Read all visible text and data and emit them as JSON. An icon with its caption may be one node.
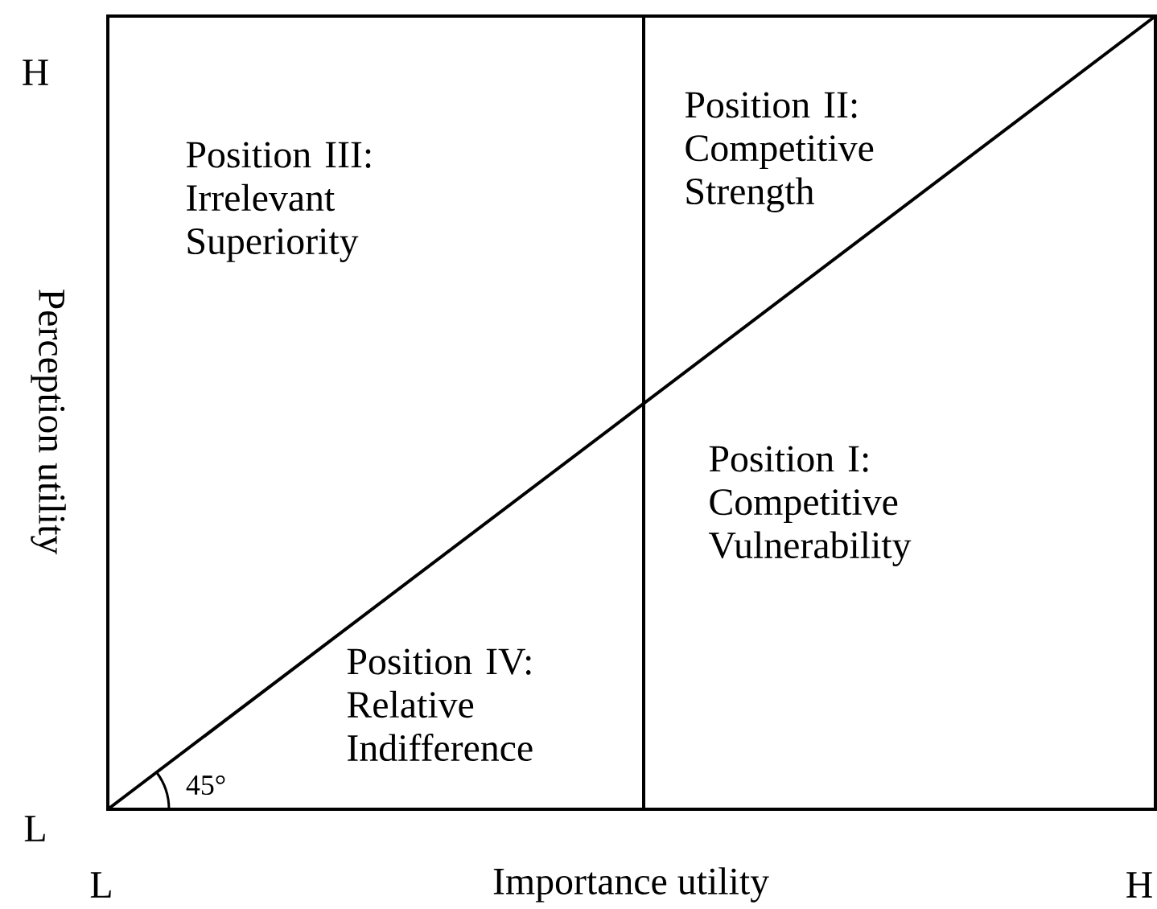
{
  "diagram": {
    "labels": [
      "H",
      "Position II: Competitive Strength",
      "Position III: Irrelevant Superiority",
      "Perception utility",
      "Position I: Competitive Vulnerability",
      "Position IV: Relative Indifference",
      "45°",
      "L",
      "L",
      "Importance utility",
      "H"
    ]
  }
}
